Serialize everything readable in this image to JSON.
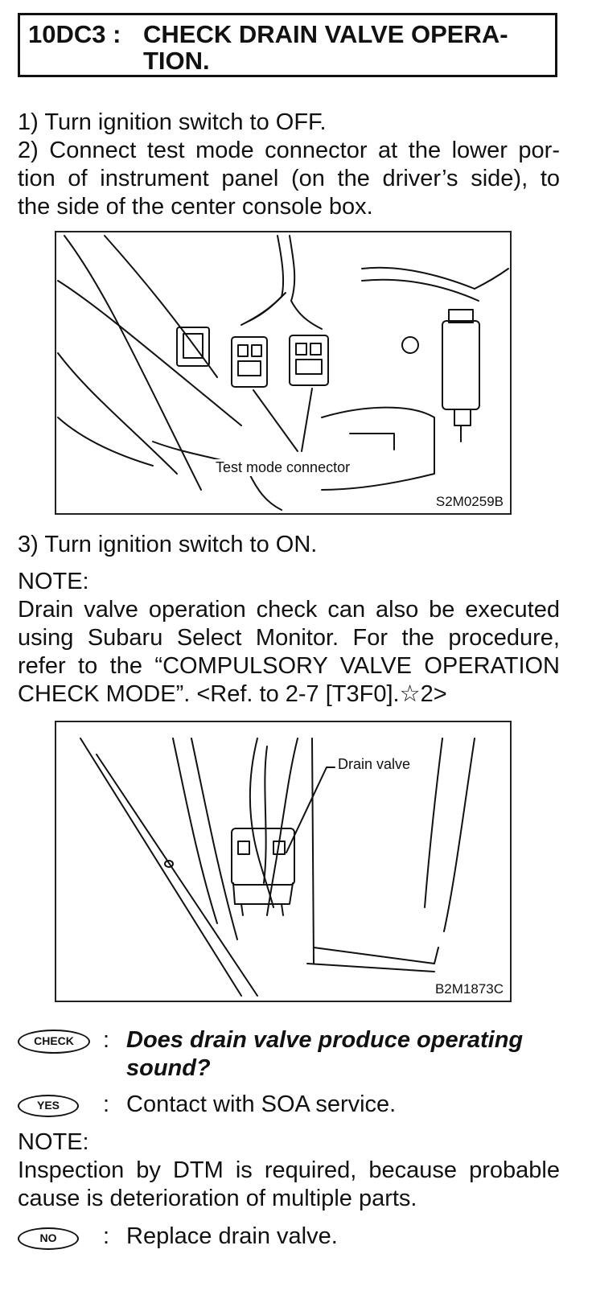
{
  "header": {
    "code": "10DC3 :",
    "title_line1": "CHECK DRAIN VALVE OPERA-",
    "title_line2": "TION."
  },
  "steps": {
    "step1": "1)  Turn ignition switch to OFF.",
    "step2_line1": "2)  Connect test mode connector at the lower por-",
    "step2_line2": "tion of instrument panel (on the driver’s side), to",
    "step2_line3": "the side of the center console box.",
    "step3": "3)  Turn ignition switch to ON."
  },
  "figure1": {
    "label": "Test mode connector",
    "code": "S2M0259B"
  },
  "note1": {
    "heading": "NOTE:",
    "line1": "Drain valve operation check can also be executed",
    "line2": "using Subaru Select Monitor. For the procedure,",
    "line3": "refer to the “COMPULSORY VALVE OPERATION",
    "line4": "CHECK MODE”. <Ref. to 2-7 [T3F0].☆2>"
  },
  "figure2": {
    "label": "Drain valve",
    "code": "B2M1873C"
  },
  "check": {
    "badge": "CHECK",
    "colon": ":",
    "question_line1": "Does drain valve produce operating",
    "question_line2": "sound?"
  },
  "yes": {
    "badge": "YES",
    "colon": ":",
    "text": "Contact with SOA service."
  },
  "note2": {
    "heading": "NOTE:",
    "line1": "Inspection by DTM is required, because probable",
    "line2": "cause is deterioration of multiple parts."
  },
  "no": {
    "badge": "NO",
    "colon": ":",
    "text": "Replace drain valve."
  }
}
